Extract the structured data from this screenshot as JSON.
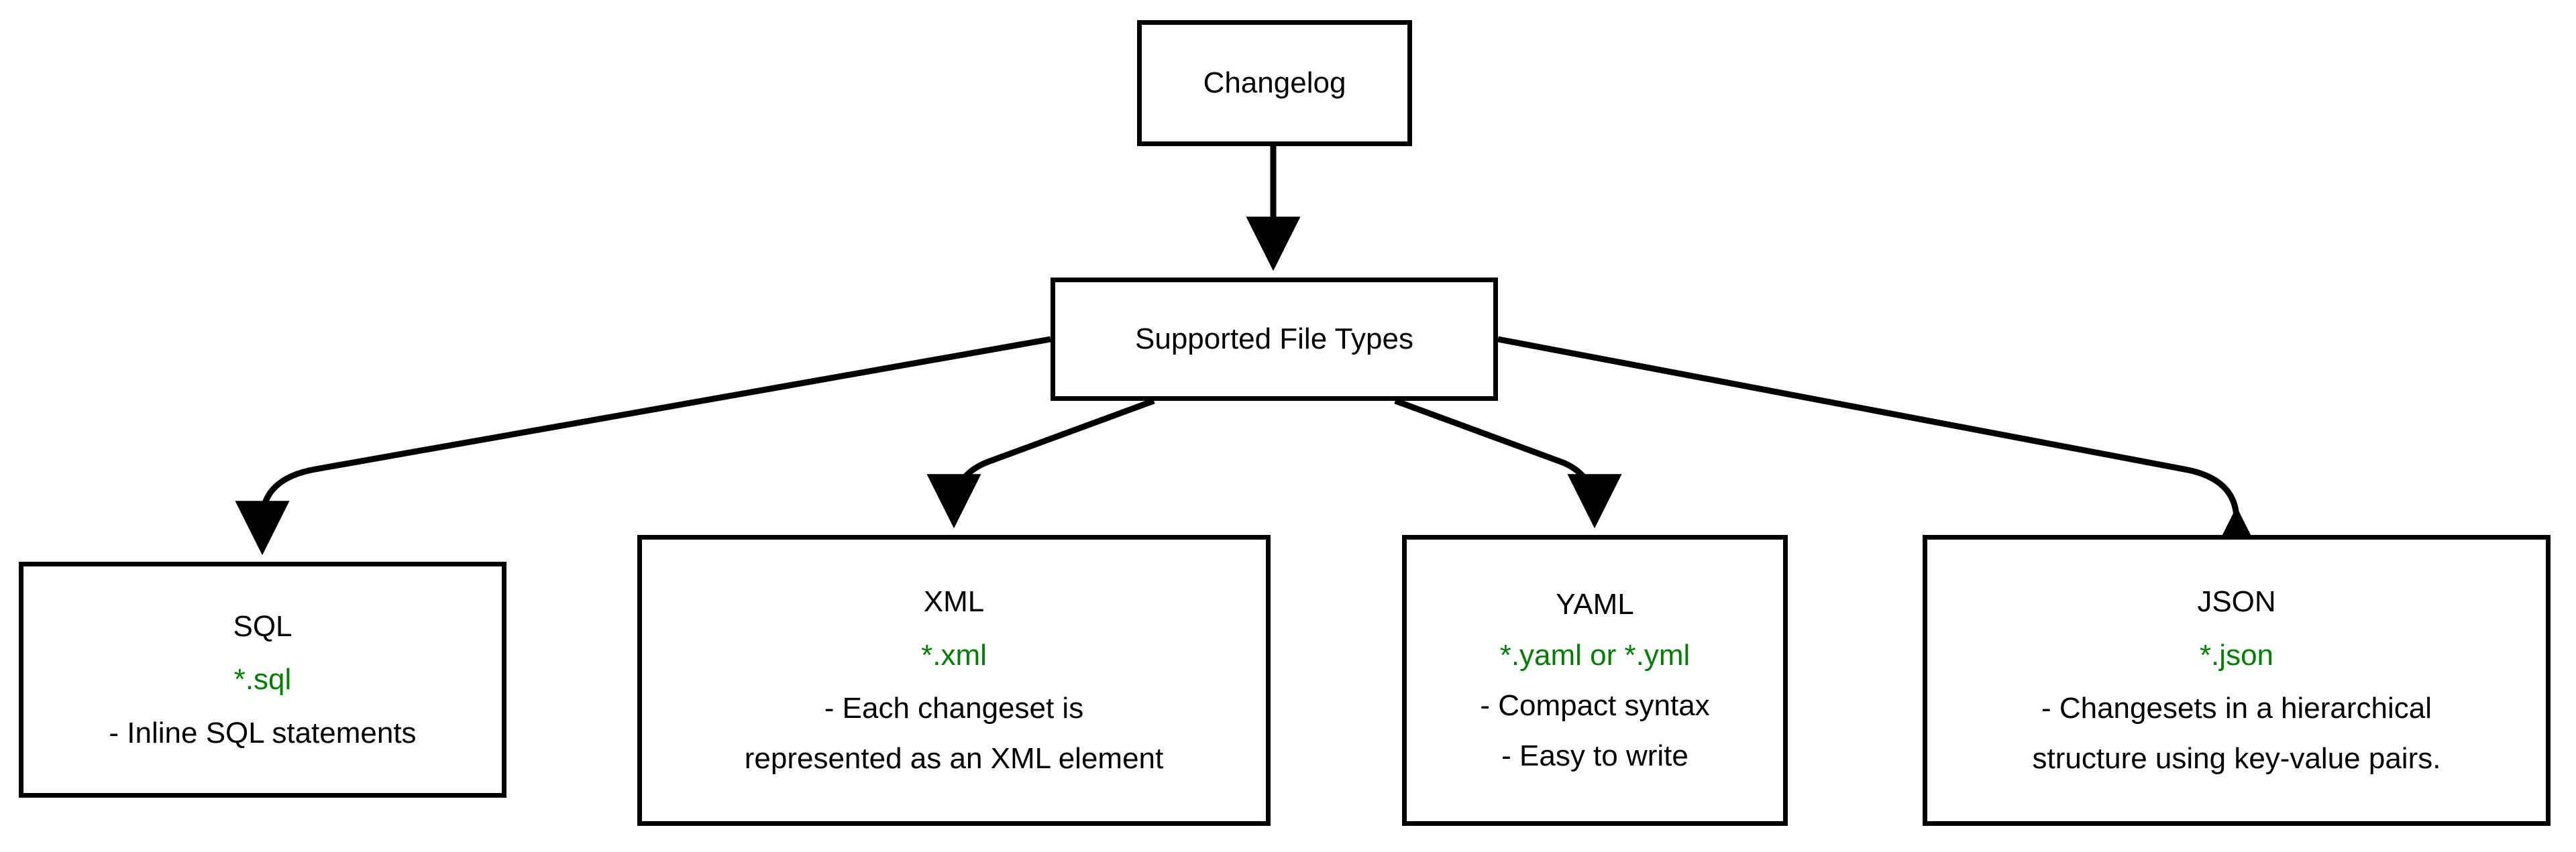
{
  "diagram": {
    "type": "flowchart",
    "direction": "top-down",
    "background_color": "#ffffff",
    "node_border_color": "#000000",
    "node_fill_color": "#ffffff",
    "text_color": "#000000",
    "accent_color": "#008000",
    "edge_color": "#000000"
  },
  "nodes": {
    "changelog": {
      "id": "changelog",
      "title": "Changelog"
    },
    "supported": {
      "id": "supported",
      "title": "Supported File Types"
    },
    "sql": {
      "id": "sql",
      "title": "SQL",
      "extensions": "*.sql",
      "details": [
        "- Inline SQL statements"
      ]
    },
    "xml": {
      "id": "xml",
      "title": "XML",
      "extensions": "*.xml",
      "details": [
        "- Each changeset is",
        "represented as an XML element"
      ]
    },
    "yaml": {
      "id": "yaml",
      "title": "YAML",
      "extensions": "*.yaml or *.yml",
      "details": [
        "- Compact syntax",
        "- Easy to write"
      ]
    },
    "json": {
      "id": "json",
      "title": "JSON",
      "extensions": "*.json",
      "details": [
        "- Changesets in a hierarchical",
        "structure using key-value pairs."
      ]
    }
  },
  "edges": [
    {
      "from": "changelog",
      "to": "supported",
      "arrow": "end"
    },
    {
      "from": "supported",
      "to": "sql",
      "arrow": "end"
    },
    {
      "from": "supported",
      "to": "xml",
      "arrow": "end"
    },
    {
      "from": "supported",
      "to": "yaml",
      "arrow": "end"
    },
    {
      "from": "supported",
      "to": "json",
      "arrow": "end"
    }
  ]
}
